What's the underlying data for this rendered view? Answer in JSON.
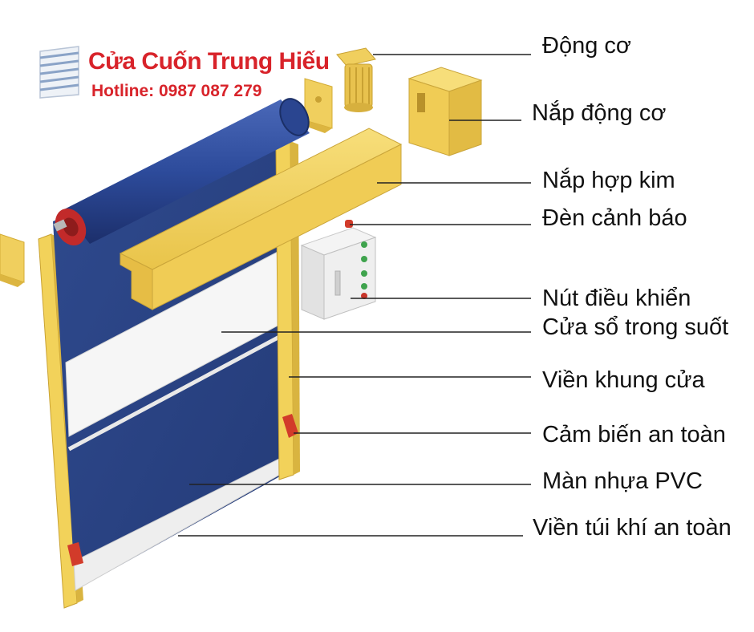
{
  "brand": {
    "name": "Cửa Cuốn Trung Hiếu",
    "hotline": "Hotline: 0987 087 279",
    "logo_icon": "roller-shutter-icon",
    "color": "#d8232a"
  },
  "colors": {
    "curtain_blue": "#2f4a8e",
    "frame_yellow": "#f2d25a",
    "window_white": "#f4f4f4",
    "sensor_red": "#d23b2a"
  },
  "labels": [
    {
      "id": "motor",
      "text": "Động cơ"
    },
    {
      "id": "motor-cover",
      "text": "Nắp động cơ"
    },
    {
      "id": "alloy-cover",
      "text": "Nắp hợp kim"
    },
    {
      "id": "warning-light",
      "text": "Đèn cảnh báo"
    },
    {
      "id": "control-button",
      "text": "Nút điều khiển"
    },
    {
      "id": "transparent-window",
      "text": "Cửa sổ trong suốt"
    },
    {
      "id": "door-frame",
      "text": "Viền khung cửa"
    },
    {
      "id": "safety-sensor",
      "text": "Cảm biến an toàn"
    },
    {
      "id": "pvc-curtain",
      "text": "Màn nhựa PVC"
    },
    {
      "id": "airbag-edge",
      "text": "Viền túi khí an toàn"
    }
  ]
}
